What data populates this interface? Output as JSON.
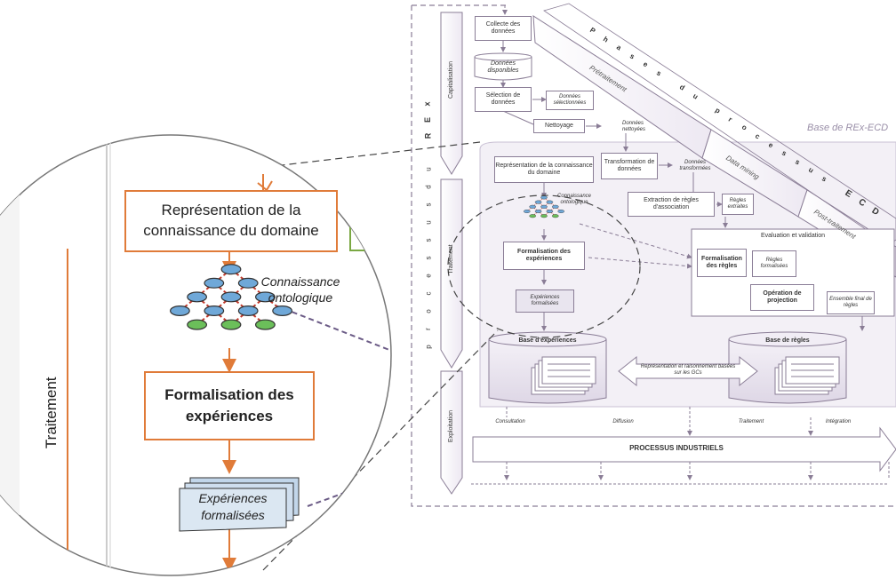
{
  "right": {
    "base_rex": "Base de REx-ECD",
    "phases_letters": [
      "P",
      "h",
      "a",
      "s",
      "e",
      "s",
      "d",
      "u",
      "p",
      "r",
      "o",
      "c",
      "e",
      "s",
      "s",
      "u",
      "s",
      "E",
      "C",
      "D"
    ],
    "rex_letters": [
      "R",
      "E",
      "x"
    ],
    "processus_letters": [
      "p",
      "r",
      "o",
      "c",
      "e",
      "s",
      "s",
      "u",
      "s",
      "d",
      "u"
    ],
    "capitalisation": "Capitalisation",
    "traitement": "Traitement",
    "exploitation": "Exploitation",
    "pretraitement": "Prétraitement",
    "data_mining": "Data mining",
    "post_traitement": "Post-traitement",
    "collecte": "Collecte des données",
    "donnees_disponibles": "Données disponibles",
    "selection": "Sélection de données",
    "donnees_selectionnees": "Données sélectionnées",
    "nettoyage": "Nettoyage",
    "donnees_nettoyees": "Données nettoyées",
    "representation": "Représentation de la connaissance du domaine",
    "transformation": "Transformation de données",
    "donnees_transformees": "Données transformées",
    "connaissance_ontologique": "Connaissance ontologique",
    "extraction": "Extraction de règles d'association",
    "regles_extraites": "Règles extraites",
    "evaluation": "Evaluation et validation",
    "formalisation_experiences": "Formalisation des expériences",
    "formalisation_regles": "Formalisation des règles",
    "regles_formalisees": "Règles formalisées",
    "operation_projection": "Opération de projection",
    "experiences_formalisees": "Expériences formalisées",
    "ensemble_final": "Ensemble final de règles",
    "base_experiences": "Base d'expériences",
    "base_regles": "Base de règles",
    "representation_raisonnement": "Représentation et raisonnement basées sur les GCs",
    "consultation": "Consultation",
    "diffusion": "Diffusion",
    "traitement_bottom": "Traitement",
    "integration": "Intégration",
    "processus_industriels": "PROCESSUS INDUSTRIELS"
  },
  "zoom": {
    "traitement": "Traitement",
    "representation": "Représentation de la connaissance du domaine",
    "connaissance_ontologique": "Connaissance ontologique",
    "formalisation_experiences": "Formalisation des expériences",
    "experiences_formalisees": "Expériences formalisées"
  },
  "colors": {
    "purple": "#8a7d96",
    "orange": "#e07b39",
    "dark_purple": "#6b5b86",
    "green": "#7aa843"
  }
}
